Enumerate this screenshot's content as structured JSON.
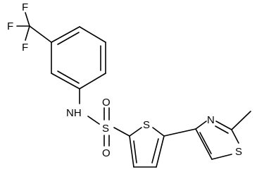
{
  "molecule": {
    "atoms": {
      "F_top": "F",
      "F_left": "F",
      "F_bottom": "F",
      "NH": "NH",
      "S_sulfonyl": "S",
      "O_top": "O",
      "O_bottom": "O",
      "S_thiophene": "S",
      "N_thiazole": "N",
      "S_thiazole": "S"
    },
    "colors": {
      "bond": "#000000",
      "label": "#000000",
      "background": "#ffffff"
    }
  }
}
